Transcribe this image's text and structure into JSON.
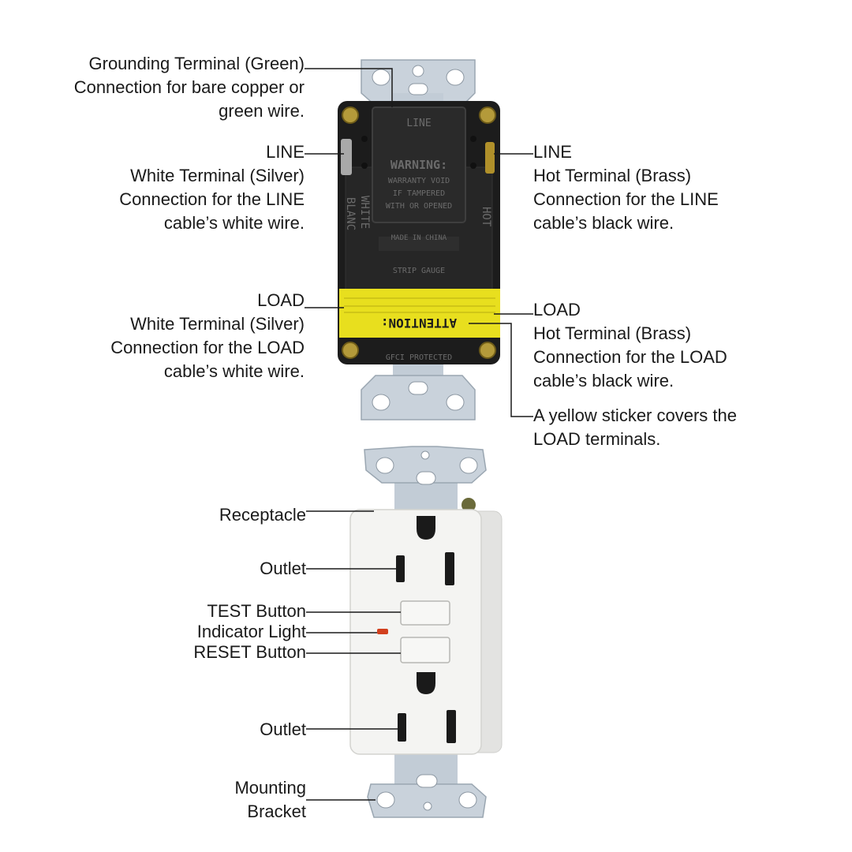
{
  "back_view": {
    "ground": [
      "Grounding Terminal (Green)",
      "Connection for bare copper or",
      "green wire."
    ],
    "line_white": [
      "LINE",
      "White  Terminal (Silver)",
      "Connection for the  LINE",
      "cable’s white wire."
    ],
    "line_hot": [
      "LINE",
      "Hot Terminal (Brass)",
      "Connection for the  LINE",
      "cable’s black wire."
    ],
    "load_white": [
      "LOAD",
      "White  Terminal (Silver)",
      "Connection for the  LOAD",
      "cable’s white wire."
    ],
    "load_hot": [
      "LOAD",
      "Hot Terminal (Brass)",
      "Connection for the  LOAD",
      "cable’s black wire."
    ],
    "sticker": [
      "A yellow sticker covers the",
      "LOAD terminals."
    ]
  },
  "device_markings": {
    "warning": [
      "LINE",
      "WARNING:",
      "WARRANTY VOID",
      "IF    TAMPERED",
      "WITH OR OPENED"
    ],
    "white_side": "WHITE",
    "blanc_side": "BLANC",
    "hot_side": "HOT",
    "made_in": "MADE IN CHINA",
    "strip_gauge": "STRIP GAUGE",
    "attention": "ATTENTION:",
    "gfci": "GFCI  PROTECTED"
  },
  "front_view": {
    "receptacle": "Receptacle",
    "outlet_top": "Outlet",
    "test": "TEST Button",
    "indicator": "Indicator Light",
    "reset": "RESET Button",
    "outlet_bottom": "Outlet",
    "bracket": [
      "Mounting",
      "Bracket"
    ]
  },
  "colors": {
    "bracket": "#c9d2db",
    "body_black": "#1c1c1c",
    "sticker_yellow": "#e8df1e",
    "face_white": "#f4f4f2",
    "indicator_red": "#d2401e"
  }
}
